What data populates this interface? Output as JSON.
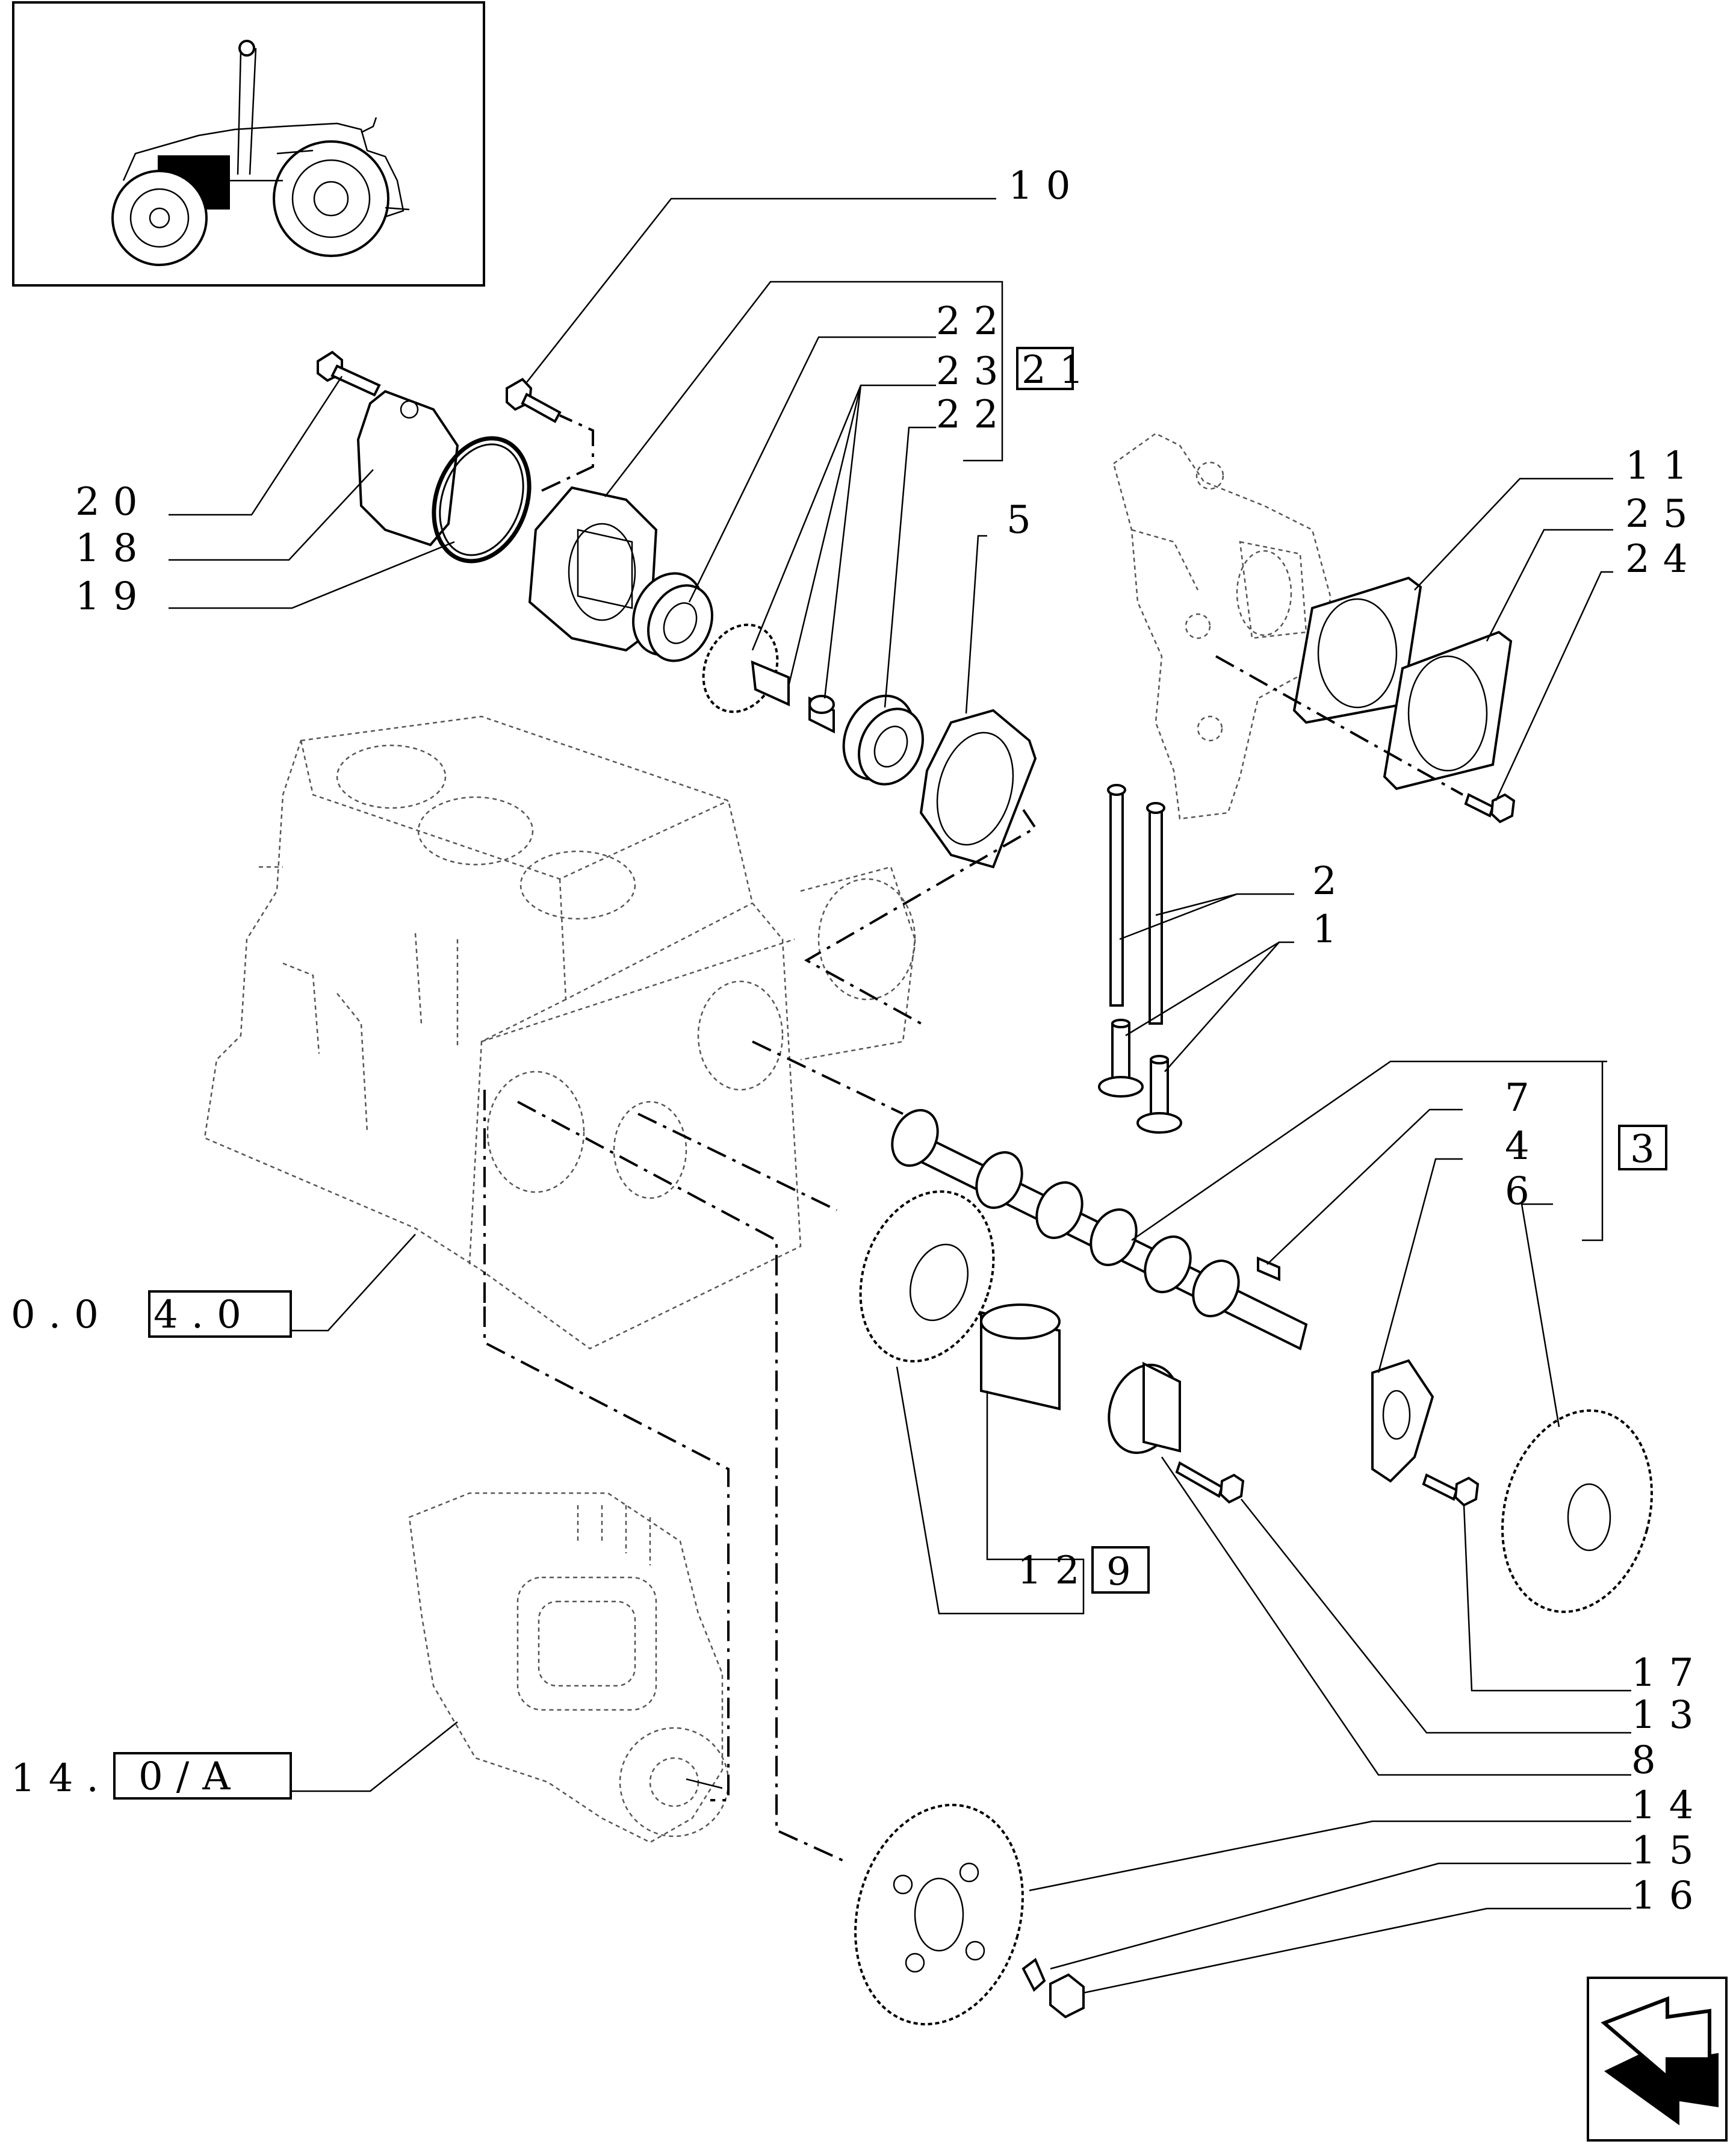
{
  "labels": {
    "l10": "10",
    "l22a": "22",
    "l23": "23",
    "l22b": "22",
    "l21": "21",
    "l20": "20",
    "l18": "18",
    "l19": "19",
    "l5": "5",
    "l11": "11",
    "l25": "25",
    "l24": "24",
    "l2": "2",
    "l1": "1",
    "l7": "7",
    "l4": "4",
    "l3": "3",
    "l6": "6",
    "l12": "12",
    "l9": "9",
    "l17": "17",
    "l13": "13",
    "l8": "8",
    "l14": "14",
    "l15": "15",
    "l16": "16"
  },
  "references": {
    "engine_block": {
      "prefix": "0.0",
      "boxed": "4.0"
    },
    "injection_pump": {
      "prefix": "14.",
      "boxed": "0/A"
    }
  },
  "icons": {
    "thumbnail": "tractor-location-thumbnail",
    "navigation": "previous-page-arrow-icon"
  }
}
